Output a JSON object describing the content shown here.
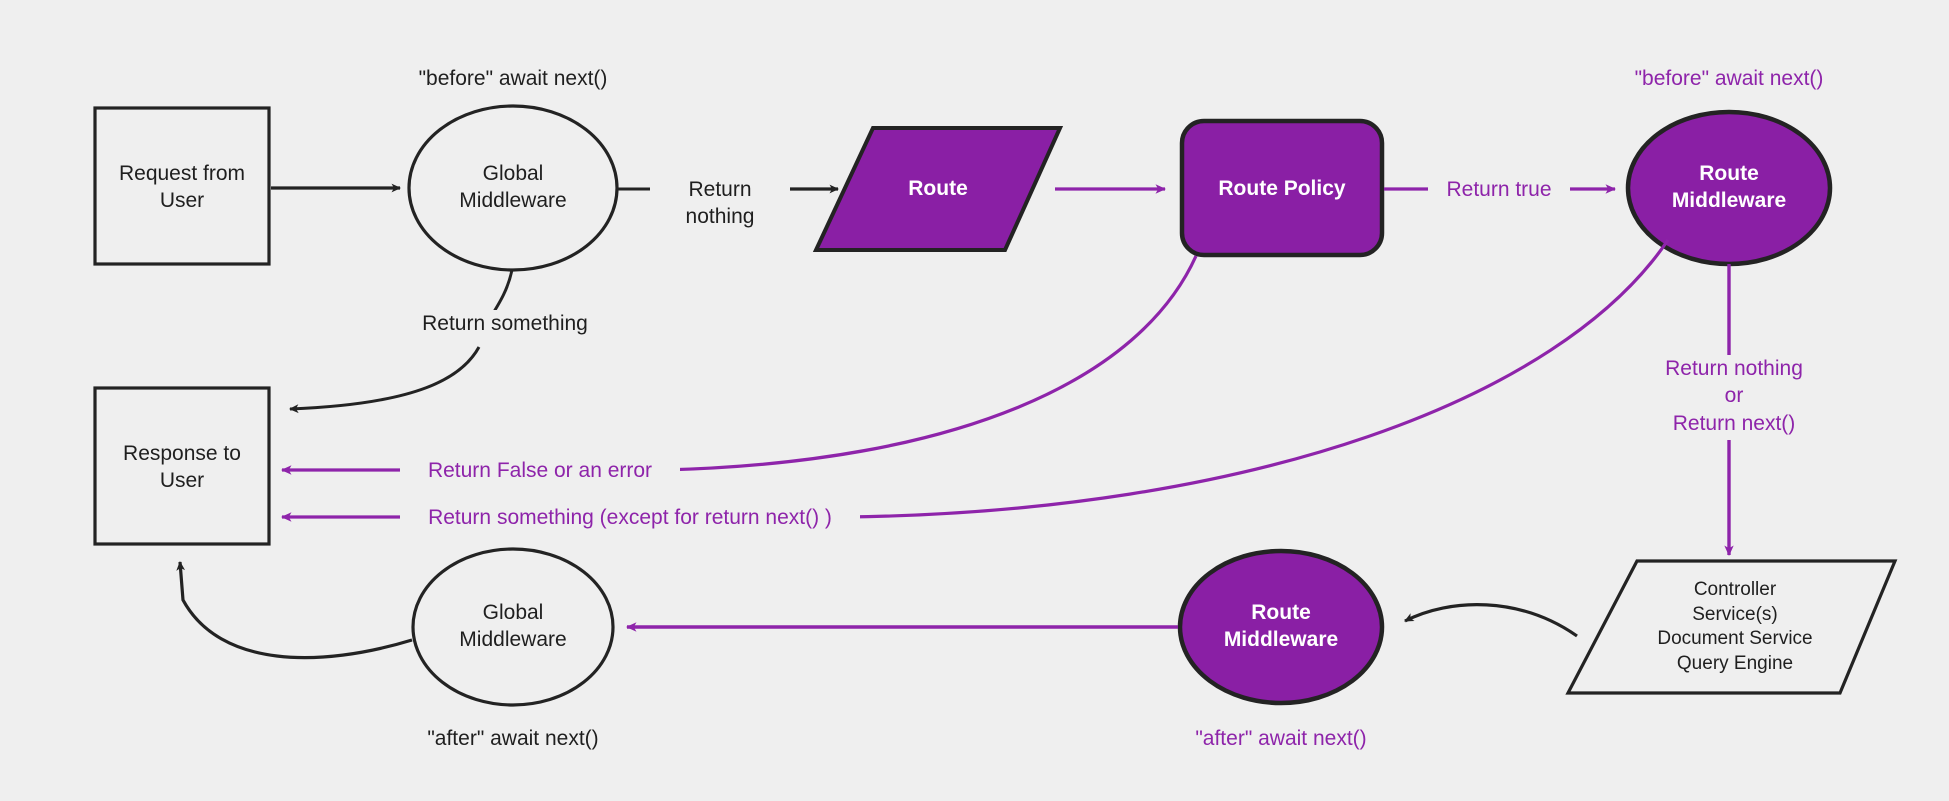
{
  "diagram": {
    "title": "Middleware request/response lifecycle flow",
    "background_color": "#efefef",
    "colors": {
      "purple_fill": "#8a1fa5",
      "purple_stroke": "#8e24aa",
      "dark_stroke": "#232323",
      "white_text": "#ffffff",
      "dark_text": "#1f1f1f"
    }
  },
  "nodes": {
    "request_from_user": {
      "label": "Request from\nUser",
      "shape": "rectangle",
      "fill": "none",
      "stroke": "#232323"
    },
    "global_middleware_top": {
      "label": "Global\nMiddleware",
      "shape": "ellipse",
      "fill": "none",
      "stroke": "#232323"
    },
    "route": {
      "label": "Route",
      "shape": "parallelogram",
      "fill": "#8a1fa5",
      "stroke": "#232323"
    },
    "route_policy": {
      "label": "Route Policy",
      "shape": "rounded-rectangle",
      "fill": "#8a1fa5",
      "stroke": "#232323"
    },
    "route_middleware_top": {
      "label": "Route\nMiddleware",
      "shape": "ellipse",
      "fill": "#8a1fa5",
      "stroke": "#232323"
    },
    "response_to_user": {
      "label": "Response to\nUser",
      "shape": "rectangle",
      "fill": "none",
      "stroke": "#232323"
    },
    "global_middleware_bottom": {
      "label": "Global\nMiddleware",
      "shape": "ellipse",
      "fill": "none",
      "stroke": "#232323"
    },
    "route_middleware_bottom": {
      "label": "Route\nMiddleware",
      "shape": "ellipse",
      "fill": "#8a1fa5",
      "stroke": "#232323"
    },
    "controller_stack": {
      "label": "Controller\nService(s)\nDocument Service\nQuery Engine",
      "shape": "parallelogram",
      "fill": "none",
      "stroke": "#232323"
    }
  },
  "annotations": {
    "before_await_next_global": {
      "text": "\"before\" await next()",
      "color": "dark"
    },
    "before_await_next_route": {
      "text": "\"before\" await next()",
      "color": "purple"
    },
    "after_await_next_global": {
      "text": "\"after\" await next()",
      "color": "dark"
    },
    "after_await_next_route": {
      "text": "\"after\" await next()",
      "color": "purple"
    }
  },
  "edges": {
    "request_to_global": {
      "label": "",
      "color": "dark"
    },
    "global_to_route": {
      "label": "Return nothing",
      "color": "dark"
    },
    "global_return_something": {
      "label": "Return something",
      "color": "dark"
    },
    "route_to_policy": {
      "label": "",
      "color": "purple"
    },
    "policy_to_middleware": {
      "label": "Return true",
      "color": "purple"
    },
    "policy_return_false": {
      "label": "Return False or an error",
      "color": "purple"
    },
    "middleware_return_something": {
      "label": "Return something (except for return next() )",
      "color": "purple"
    },
    "middleware_to_controller": {
      "label": "Return nothing\nor\nReturn next()",
      "color": "purple"
    },
    "controller_to_route_middleware": {
      "label": "",
      "color": "dark"
    },
    "route_mw_to_global_mw": {
      "label": "",
      "color": "purple"
    },
    "global_mw_to_response": {
      "label": "",
      "color": "dark"
    }
  }
}
